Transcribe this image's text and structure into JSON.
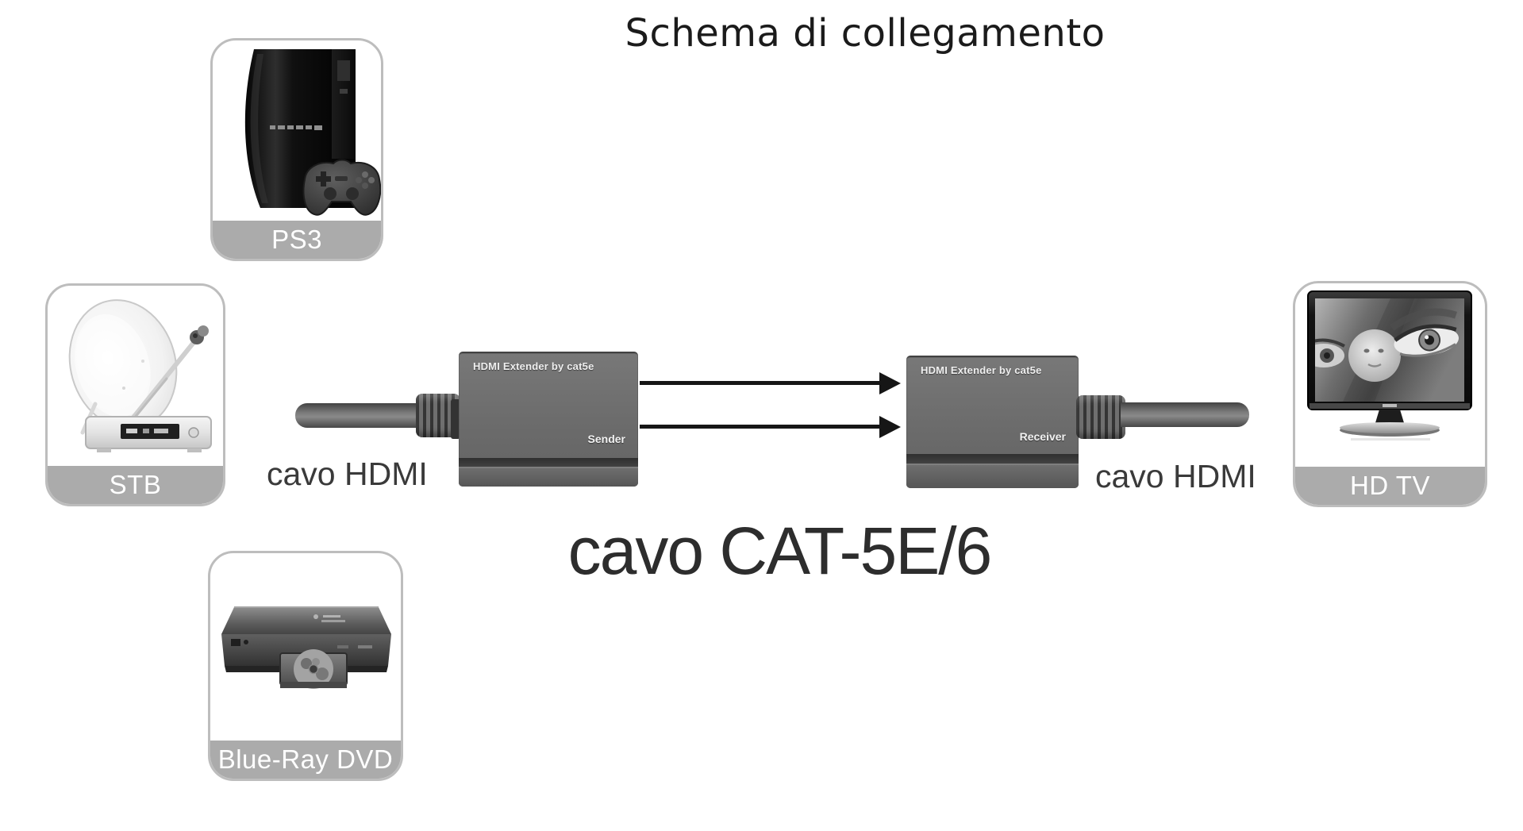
{
  "title": "Schema di collegamento",
  "devices": {
    "ps3": {
      "label": "PS3",
      "image": "playstation3-console-with-controller"
    },
    "stb": {
      "label": "STB",
      "image": "satellite-dish-with-set-top-box"
    },
    "bluray": {
      "label": "Blue-Ray DVD",
      "image": "blu-ray-dvd-player-open-tray"
    },
    "hdtv": {
      "label": "HD TV",
      "image": "flat-screen-tv-showing-eyes"
    }
  },
  "extenders": {
    "sender": {
      "model": "HDMI Extender by cat5e",
      "role": "Sender"
    },
    "receiver": {
      "model": "HDMI Extender by cat5e",
      "role": "Receiver"
    }
  },
  "cables": {
    "hdmi_left": "cavo HDMI",
    "hdmi_right": "cavo HDMI",
    "cat5": "cavo CAT-5E/6"
  },
  "colors": {
    "background": "#ffffff",
    "card_border": "#bdbdbd",
    "label_bar": "#ababab",
    "label_text": "#ffffff",
    "extender_body": "#6b6b6b",
    "extender_text": "#efefef",
    "cable_gray": "#5a5a5a",
    "arrow": "#161616",
    "caption_text": "#3a3a3a",
    "title_text": "#1b1b1b"
  }
}
